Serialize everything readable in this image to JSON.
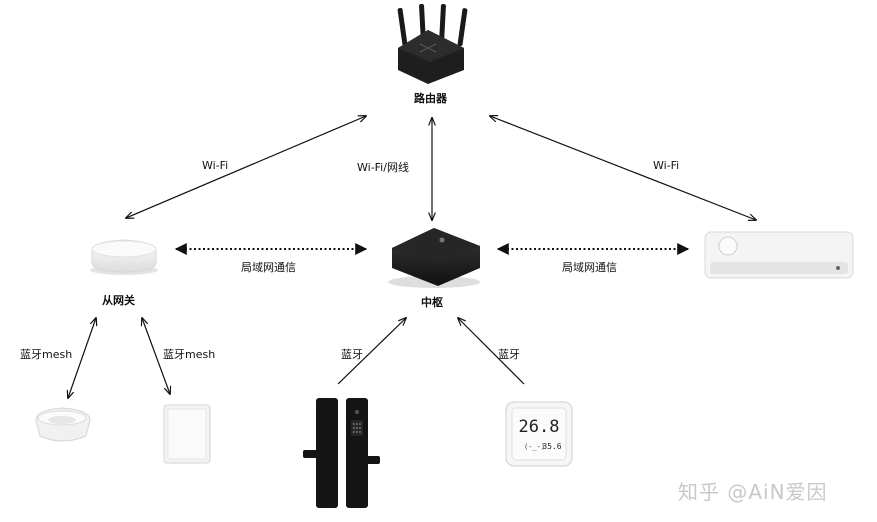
{
  "nodes": {
    "router": "路由器",
    "sub_gateway": "从网关",
    "hub": "中枢"
  },
  "edges": {
    "router_subgw": "Wi-Fi",
    "router_hub": "Wi-Fi/网线",
    "router_ac": "Wi-Fi",
    "hub_subgw": "局域网通信",
    "hub_ac": "局域网通信",
    "subgw_light": "蓝牙mesh",
    "subgw_switch": "蓝牙mesh",
    "lock_hub": "蓝牙",
    "sensor_hub": "蓝牙"
  },
  "sensor_display": {
    "temperature": "26.8",
    "humidity": "35.6"
  },
  "watermark": "知乎 @AiN爱因"
}
